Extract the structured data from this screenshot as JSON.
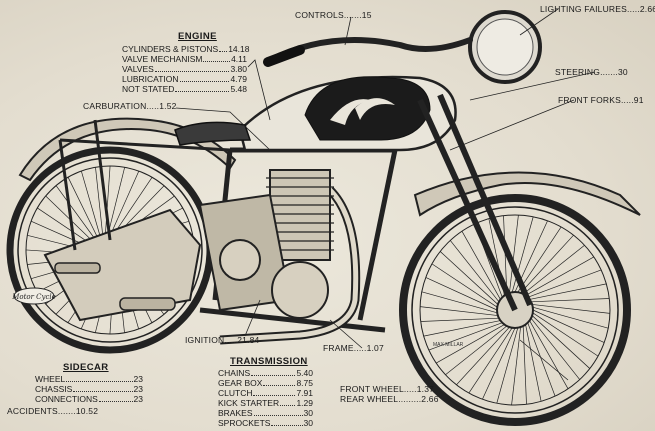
{
  "controls": {
    "label": "CONTROLS",
    "value": "15"
  },
  "lighting": {
    "label": "LIGHTING FAILURES",
    "value": "2.66"
  },
  "steering": {
    "label": "STEERING",
    "value": "30"
  },
  "front_forks": {
    "label": "FRONT FORKS",
    "value": "91"
  },
  "carburation": {
    "label": "CARBURATION",
    "value": "1.52"
  },
  "ignition": {
    "label": "IGNITION",
    "value": "21.84"
  },
  "frame": {
    "label": "FRAME",
    "value": "1.07"
  },
  "front_wheel": {
    "label": "FRONT WHEEL",
    "value": "1.37"
  },
  "rear_wheel": {
    "label": "REAR WHEEL",
    "value": "2.66"
  },
  "accidents": {
    "label": "ACCIDENTS",
    "value": "10.52"
  },
  "logo_text": "Motor Cycle",
  "signature": "MAX MILLAR",
  "engine": {
    "title": "ENGINE",
    "rows": [
      {
        "label": "CYLINDERS & PISTONS",
        "value": "14.18"
      },
      {
        "label": "VALVE MECHANISM",
        "value": "4.11"
      },
      {
        "label": "VALVES",
        "value": "3.80"
      },
      {
        "label": "LUBRICATION",
        "value": "4.79"
      },
      {
        "label": "NOT STATED",
        "value": "5.48"
      }
    ]
  },
  "sidecar": {
    "title": "SIDECAR",
    "rows": [
      {
        "label": "WHEEL",
        "value": "23"
      },
      {
        "label": "CHASSIS",
        "value": "23"
      },
      {
        "label": "CONNECTIONS",
        "value": "23"
      }
    ]
  },
  "transmission": {
    "title": "TRANSMISSION",
    "rows": [
      {
        "label": "CHAINS",
        "value": "5.40"
      },
      {
        "label": "GEAR BOX",
        "value": "8.75"
      },
      {
        "label": "CLUTCH",
        "value": "7.91"
      },
      {
        "label": "KICK STARTER",
        "value": "1.29"
      },
      {
        "label": "BRAKES",
        "value": "30"
      },
      {
        "label": "SPROCKETS",
        "value": "30"
      }
    ]
  }
}
